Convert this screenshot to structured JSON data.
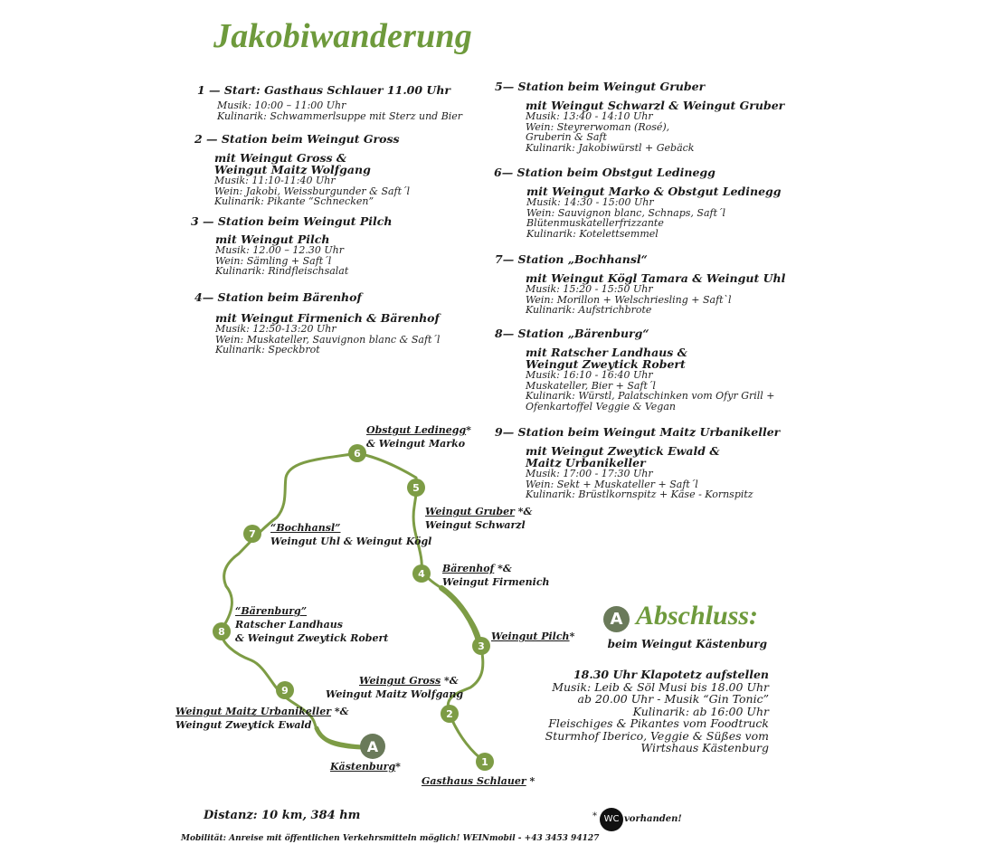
{
  "title": "Jakobiwanderung",
  "colors": {
    "accent": "#6e9a3c",
    "route": "#7d9c45",
    "abschluss_badge": "#6a7a5a"
  },
  "stations": [
    {
      "head": "1 — Start: Gasthaus Schlauer 11.00 Uhr",
      "with": [],
      "lines": [
        "Musik: 10:00 – 11:00 Uhr",
        "Kulinarik: Schwammerlsuppe mit Sterz und Bier"
      ]
    },
    {
      "head": "2 — Station beim Weingut Gross",
      "with": [
        "mit  Weingut Gross &",
        "Weingut  Maitz Wolfgang"
      ],
      "lines": [
        "Musik: 11:10-11:40 Uhr",
        "Wein: Jakobi, Weissburgunder & Saft´l",
        "Kulinarik: Pikante “Schnecken”"
      ]
    },
    {
      "head": "3 — Station beim Weingut Pilch",
      "with": [
        "mit Weingut Pilch"
      ],
      "lines": [
        "Musik: 12.00 – 12.30 Uhr",
        "Wein: Sämling + Saft´l",
        "Kulinarik: Rindfleischsalat"
      ]
    },
    {
      "head": "4— Station beim Bärenhof",
      "with": [
        "mit Weingut Firmenich & Bärenhof"
      ],
      "lines": [
        "Musik: 12:50-13:20 Uhr",
        "Wein: Muskateller, Sauvignon blanc & Saft´l",
        "Kulinarik: Speckbrot"
      ]
    },
    {
      "head": "5— Station beim Weingut Gruber",
      "with": [
        "mit Weingut Schwarzl & Weingut Gruber"
      ],
      "lines": [
        "Musik: 13:40 - 14:10 Uhr",
        "Wein: Steyrerwoman (Rosé),",
        "Gruberin & Saft",
        "Kulinarik: Jakobiwürstl + Gebäck"
      ]
    },
    {
      "head": "6— Station beim Obstgut Ledinegg",
      "with": [
        "mit Weingut Marko & Obstgut Ledinegg"
      ],
      "lines": [
        "Musik: 14:30 - 15:00 Uhr",
        "Wein: Sauvignon blanc, Schnaps, Saft´l",
        "Blütenmuskatellerfrizzante",
        "Kulinarik: Kotelettsemmel"
      ]
    },
    {
      "head": "7— Station „Bochhansl“",
      "with": [
        "mit Weingut Kögl Tamara & Weingut Uhl"
      ],
      "lines": [
        "Musik: 15:20 - 15:50 Uhr",
        "Wein: Morillon + Welschriesling + Saft`l",
        "Kulinarik: Aufstrichbrote"
      ]
    },
    {
      "head": "8— Station „Bärenburg“",
      "with": [
        "mit Ratscher Landhaus &",
        "Weingut Zweytick Robert"
      ],
      "lines": [
        "Musik: 16:10 - 16:40 Uhr",
        "Muskateller, Bier + Saft´l",
        "Kulinarik: Würstl, Palatschinken vom Ofyr Grill +",
        "Ofenkartoffel Veggie & Vegan"
      ]
    },
    {
      "head": "9— Station beim Weingut Maitz Urbanikeller",
      "with": [
        "mit Weingut Zweytick Ewald &",
        "Maitz Urbanikeller"
      ],
      "lines": [
        "Musik: 17:00 - 17:30 Uhr",
        "Wein: Sekt + Muskateller + Saft´l",
        "Kulinarik: Brüstlkornspitz + Käse - Kornspitz"
      ]
    }
  ],
  "map": {
    "markers": [
      "1",
      "2",
      "3",
      "4",
      "5",
      "6",
      "7",
      "8",
      "9",
      "A"
    ],
    "labels": {
      "l6": [
        "Obstgut Ledinegg",
        "*",
        "& Weingut Marko"
      ],
      "l5": [
        "Weingut Gruber",
        " *&",
        "Weingut  Schwarzl"
      ],
      "l7": [
        "“Bochhansl”",
        "Weingut Uhl & Weingut Kögl"
      ],
      "l4": [
        "Bärenhof",
        " *&",
        "Weingut Firmenich"
      ],
      "l8": [
        "“Bärenburg”",
        "Ratscher Landhaus",
        "& Weingut Zweytick Robert"
      ],
      "l3": [
        "Weingut Pilch",
        "*"
      ],
      "l2": [
        "Weingut Gross",
        " *&",
        "Weingut Maitz Wolfgang"
      ],
      "l9": [
        "Weingut Maitz Urbanikeller",
        " *&",
        "Weingut Zweytick Ewald"
      ],
      "lA": [
        "Kästenburg",
        "*"
      ],
      "l1": [
        "Gasthaus Schlauer",
        " *"
      ]
    }
  },
  "abschluss": {
    "badge": "A",
    "title": "Abschluss:",
    "sub": "beim Weingut Kästenburg",
    "bold_line": "18.30 Uhr Klapotetz aufstellen",
    "lines": [
      "Musik: Leib & Söl Musi bis 18.00 Uhr",
      "ab 20.00 Uhr - Musik “Gin Tonic”",
      "Kulinarik: ab 16:00 Uhr",
      "Fleischiges & Pikantes vom Foodtruck",
      "Sturmhof Iberico, Veggie & Süßes vom",
      "Wirtshaus Kästenburg"
    ]
  },
  "footer": {
    "distanz": "Distanz: 10 km, 384 hm",
    "mobil": "Mobilität: Anreise mit öffentlichen Verkehrsmitteln möglich! WEINmobil - +43 3453 94127",
    "wc_star": "*",
    "wc_badge": "WC",
    "wc_text": "vorhanden!"
  }
}
